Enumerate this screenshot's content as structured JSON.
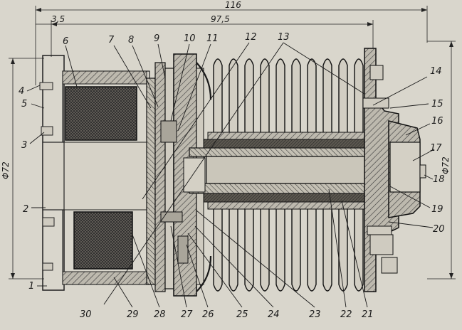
{
  "dimensions": {
    "overall_length": "116",
    "length_97_5": "97,5",
    "offset_3_5": "3,5",
    "diameter_left": "Φ72",
    "diameter_right": "Φ72"
  },
  "part_labels": [
    "1",
    "2",
    "3",
    "4",
    "5",
    "6",
    "7",
    "8",
    "9",
    "10",
    "11",
    "12",
    "13",
    "14",
    "15",
    "16",
    "17",
    "18",
    "19",
    "20",
    "21",
    "22",
    "23",
    "24",
    "25",
    "26",
    "27",
    "28",
    "29",
    "30"
  ],
  "colors": {
    "paper": "#d9d6cc",
    "ink": "#1b1b1b",
    "hatch": "#3a3a3a",
    "winding": "#4a4a4a"
  }
}
